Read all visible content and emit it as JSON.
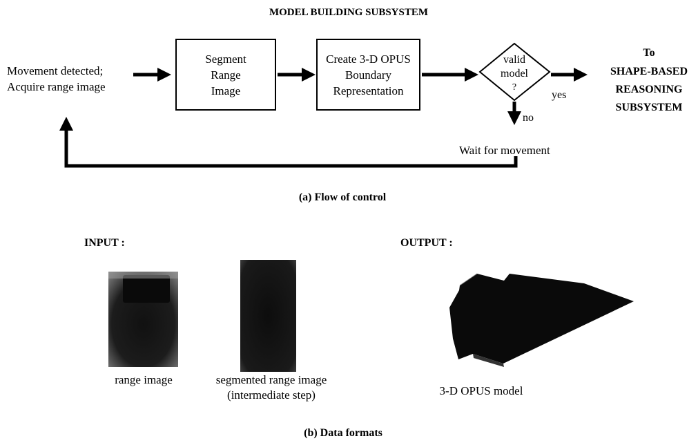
{
  "title": "MODEL BUILDING SUBSYSTEM",
  "flow": {
    "start_line1": "Movement detected;",
    "start_line2": "Acquire range image",
    "step1": [
      "Segment",
      "Range",
      "Image"
    ],
    "step2": [
      "Create 3-D OPUS",
      "Boundary",
      "Representation"
    ],
    "decision": [
      "valid",
      "model",
      "?"
    ],
    "yes_label": "yes",
    "no_label": "no",
    "wait_label": "Wait for movement",
    "target": [
      "To",
      "SHAPE-BASED",
      "REASONING",
      "SUBSYSTEM"
    ],
    "caption": "(a) Flow of control"
  },
  "formats": {
    "input_label": "INPUT :",
    "output_label": "OUTPUT :",
    "range_image_caption": "range image",
    "segmented_caption_line1": "segmented range image",
    "segmented_caption_line2": "(intermediate step)",
    "model_caption": "3-D OPUS model",
    "caption": "(b) Data formats"
  }
}
